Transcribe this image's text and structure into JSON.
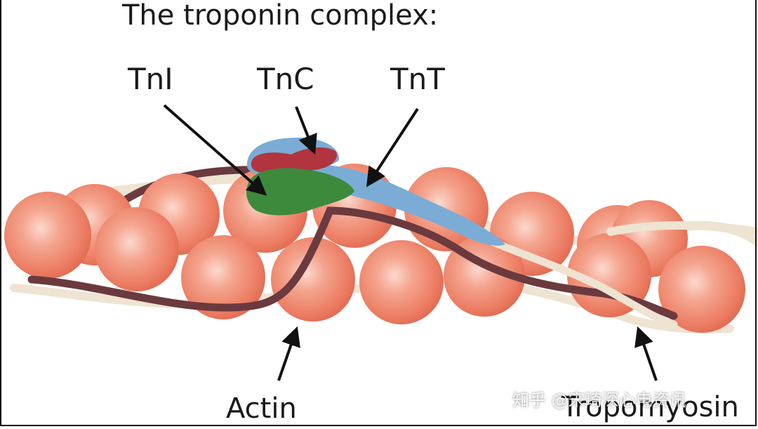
{
  "title": "The troponin complex:",
  "labels": {
    "tni": "TnI",
    "tnc": "TnC",
    "tnt": "TnT",
    "actin": "Actin",
    "tropomyosin": "Tropomyosin"
  },
  "watermark": "知乎 @宋琦深心电资讯",
  "colors": {
    "actin_sphere": "#ec7d63",
    "actin_highlight": "#fbd7cc",
    "tropomyosin_dark": "#6b3a3f",
    "tropomyosin_light": "#efe3d2",
    "tnc": "#7bacd5",
    "tnc_red": "#b2343e",
    "tni": "#3d8a3c",
    "tnt": "#7bacd5",
    "arrow": "#111111"
  }
}
